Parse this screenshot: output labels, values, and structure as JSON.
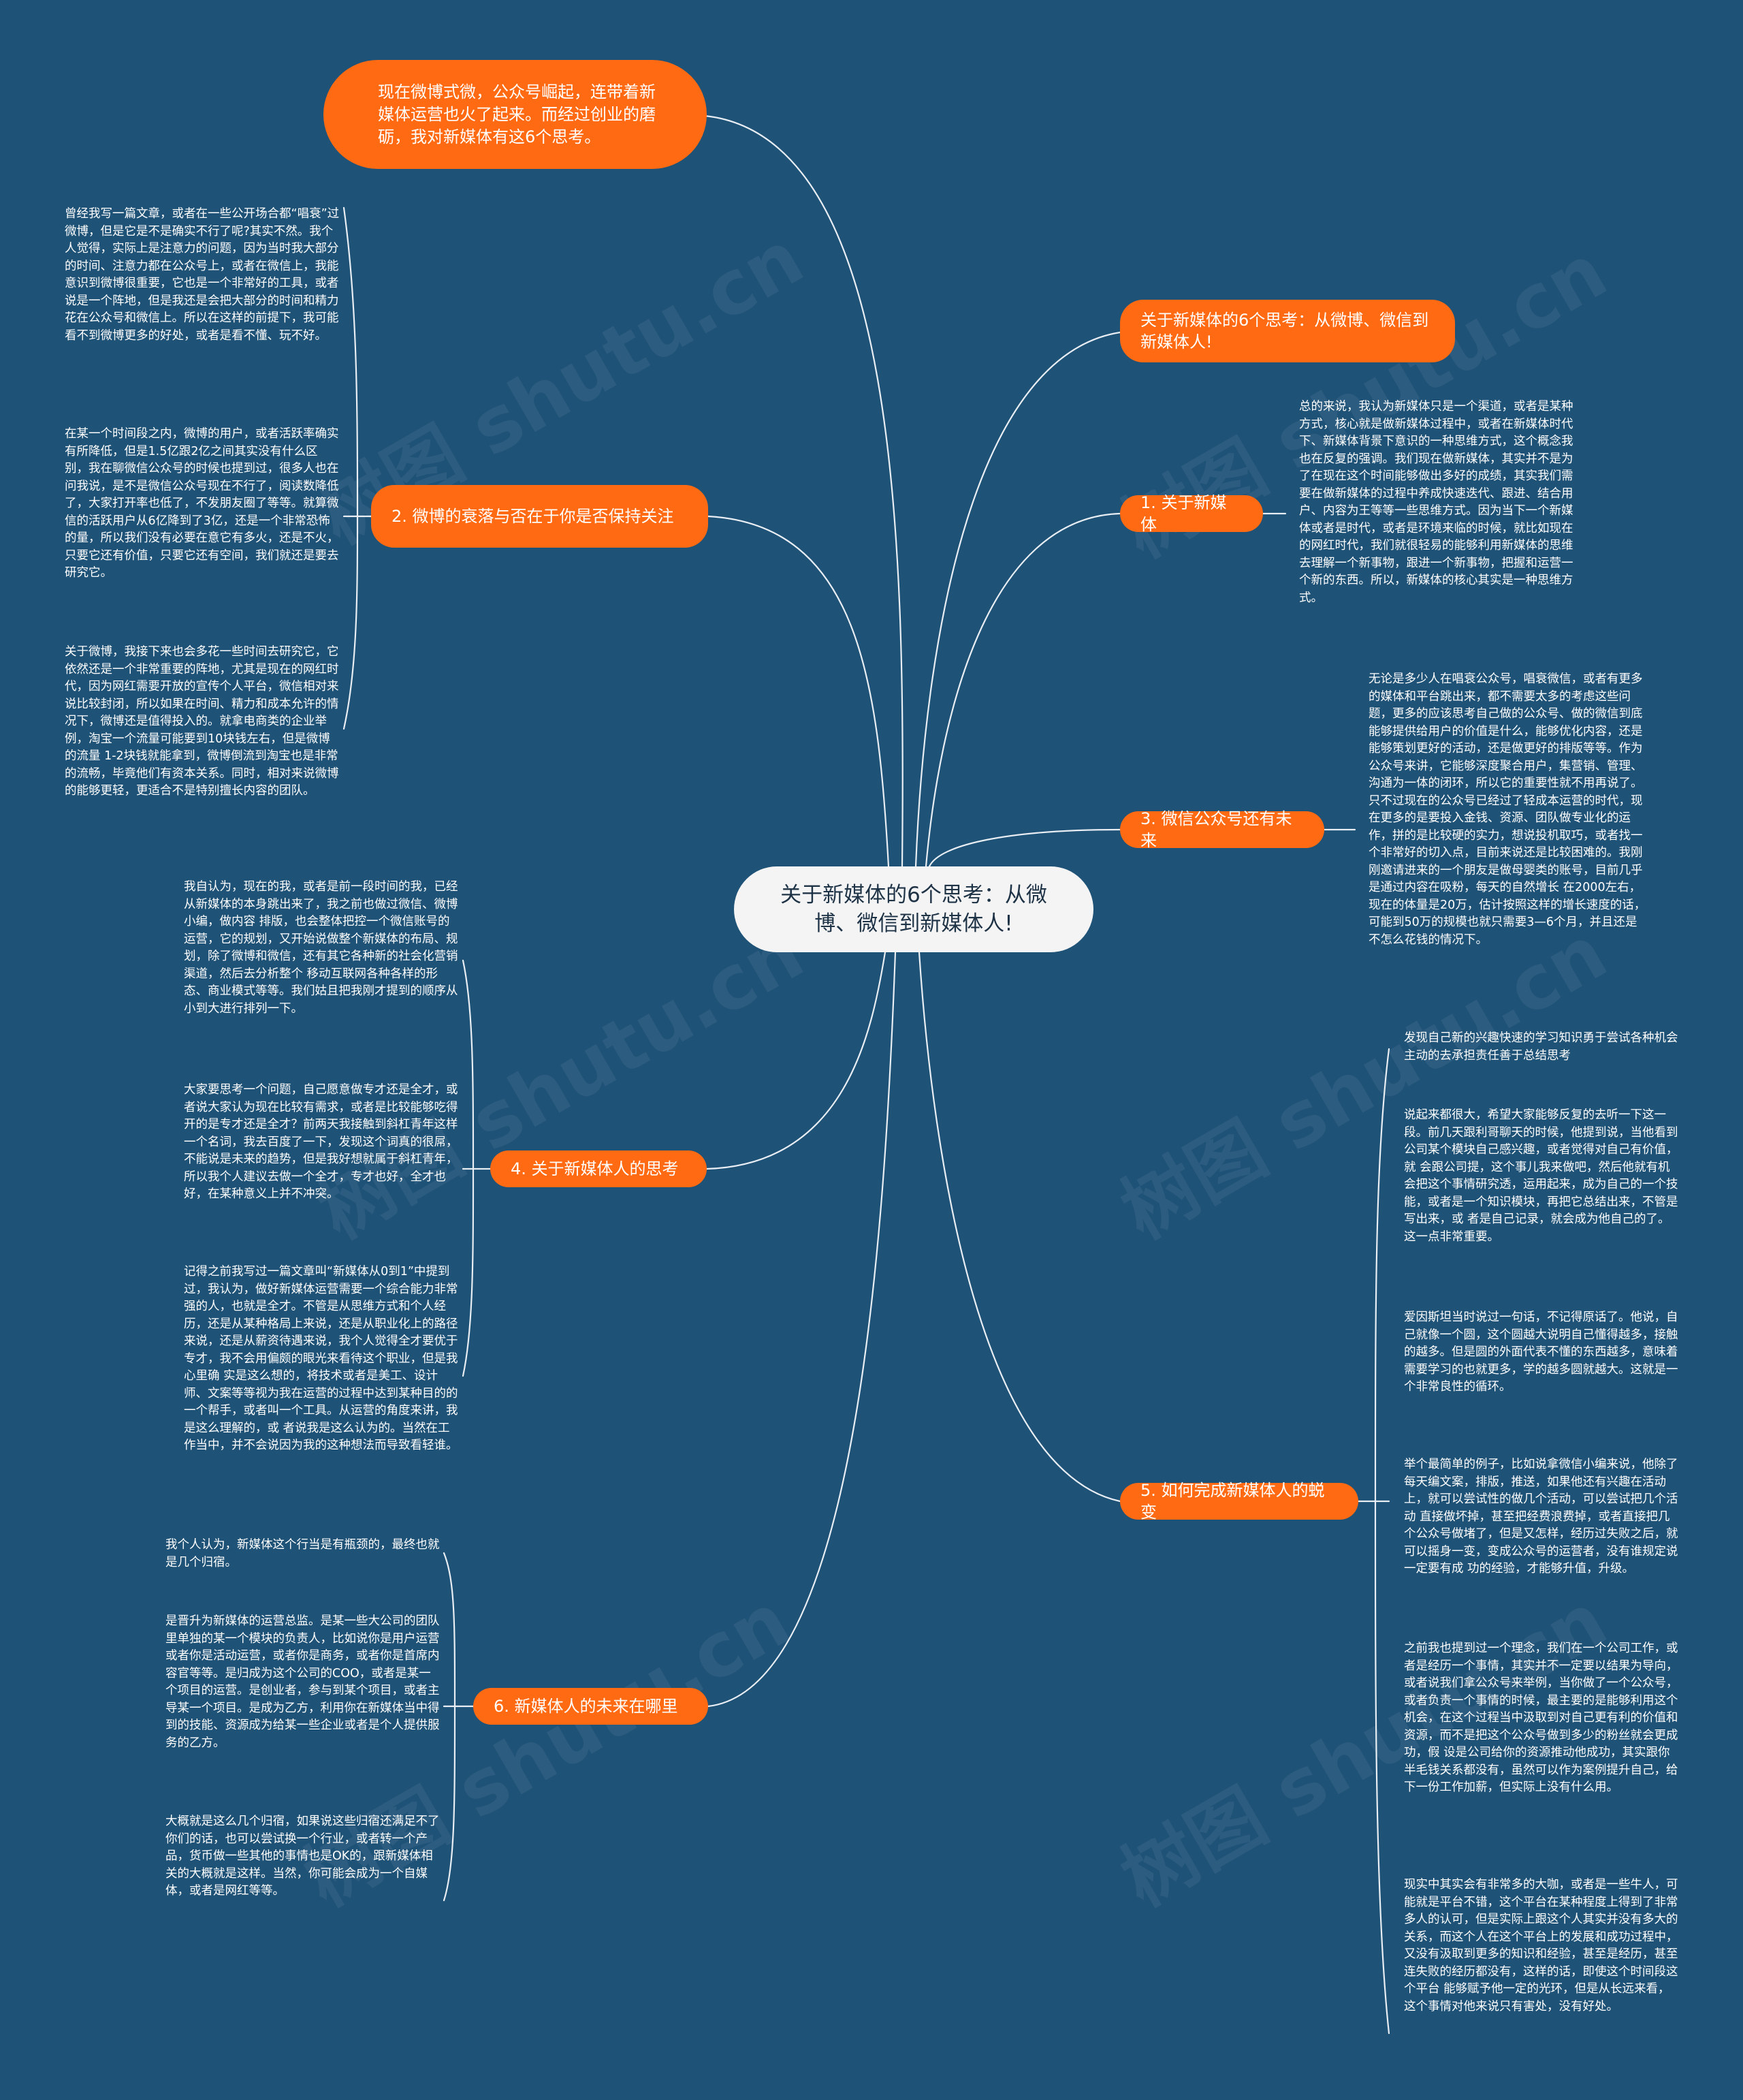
{
  "watermark": "树图 shutu.cn",
  "center": {
    "label": "关于新媒体的6个思考：从微博、微信到新媒体人!"
  },
  "branches": {
    "intro": {
      "label": "现在微博式微，公众号崛起，连带着新媒体运营也火了起来。而经过创业的磨砺，我对新媒体有这6个思考。"
    },
    "title_right": {
      "label": "关于新媒体的6个思考：从微博、微信到新媒体人!"
    },
    "b1": {
      "label": "1. 关于新媒体",
      "notes": [
        "总的来说，我认为新媒体只是一个渠道，或者是某种方式，核心就是做新媒体过程中，或者在新媒体时代下、新媒体背景下意识的一种思维方式，这个概念我也在反复的强调。我们现在做新媒体，其实并不是为了在现在这个时间能够做出多好的成绩，其实我们需要在做新媒体的过程中养成快速迭代、跟进、结合用户、内容为王等等一些思维方式。因为当下一个新媒体或者是时代，或者是环境来临的时候，就比如现在的网红时代，我们就很轻易的能够利用新媒体的思维去理解一个新事物，跟进一个新事物，把握和运营一个新的东西。所以，新媒体的核心其实是一种思维方式。"
      ]
    },
    "b2": {
      "label": "2. 微博的衰落与否在于你是否保持关注",
      "notes": [
        "曾经我写一篇文章，或者在一些公开场合都“唱衰”过微博，但是它是不是确实不行了呢?其实不然。我个人觉得，实际上是注意力的问题，因为当时我大部分的时间、注意力都在公众号上，或者在微信上，我能意识到微博很重要，它也是一个非常好的工具，或者说是一个阵地，但是我还是会把大部分的时间和精力花在公众号和微信上。所以在这样的前提下，我可能看不到微博更多的好处，或者是看不懂、玩不好。",
        "在某一个时间段之内，微博的用户，或者活跃率确实有所降低，但是1.5亿跟2亿之间其实没有什么区别，我在聊微信公众号的时候也提到过，很多人也在 问我说，是不是微信公众号现在不行了，阅读数降低了，大家打开率也低了，不发朋友圈了等等。就算微信的活跃用户从6亿降到了3亿，还是一个非常恐怖的量，所以我们没有必要在意它有多火，还是不火，只要它还有价值，只要它还有空间，我们就还是要去研究它。",
        "关于微博，我接下来也会多花一些时间去研究它，它依然还是一个非常重要的阵地，尤其是现在的网红时代，因为网红需要开放的宣传个人平台，微信相对来 说比较封闭，所以如果在时间、精力和成本允许的情况下，微博还是值得投入的。就拿电商类的企业举例，淘宝一个流量可能要到10块钱左右，但是微博的流量 1-2块钱就能拿到，微博倒流到淘宝也是非常的流畅，毕竟他们有资本关系。同时，相对来说微博的能够更轻，更适合不是特别擅长内容的团队。"
      ]
    },
    "b3": {
      "label": "3. 微信公众号还有未来",
      "notes": [
        "无论是多少人在唱衰公众号，唱衰微信，或者有更多的媒体和平台跳出来，都不需要太多的考虑这些问题，更多的应该思考自己做的公众号、做的微信到底能够提供给用户的价值是什么，能够优化内容，还是能够策划更好的活动，还是做更好的排版等等。作为公众号来讲，它能够深度聚合用户，集营销、管理、沟通为一体的闭环，所以它的重要性就不用再说了。只不过现在的公众号已经过了轻成本运营的时代，现在更多的是要投入金钱、资源、团队做专业化的运作，拼的是比较硬的实力，想说投机取巧，或者找一个非常好的切入点，目前来说还是比较困难的。我刚刚邀请进来的一个朋友是做母婴类的账号，目前几乎是通过内容在吸粉，每天的自然增长 在2000左右，现在的体量是20万，估计按照这样的增长速度的话，可能到50万的规模也就只需要3—6个月，并且还是不怎么花钱的情况下。"
      ]
    },
    "b4": {
      "label": "4. 关于新媒体人的思考",
      "notes": [
        "我自认为，现在的我，或者是前一段时间的我，已经从新媒体的本身跳出来了，我之前也做过微信、微博小编，做内容 排版，也会整体把控一个微信账号的运营，它的规划，又开始说做整个新媒体的布局、规划，除了微博和微信，还有其它各种新的社会化营销渠道，然后去分析整个 移动互联网各种各样的形态、商业模式等等。我们姑且把我刚才提到的顺序从小到大进行排列一下。",
        "大家要思考一个问题，自己愿意做专才还是全才，或者说大家认为现在比较有需求，或者是比较能够吃得开的是专才还是全才？前两天我接触到斜杠青年这样一个名词，我去百度了一下，发现这个词真的很屌，不能说是未来的趋势，但是我好想就属于斜杠青年，所以我个人建议去做一个全才，专才也好，全才也好，在某种意义上并不冲突。",
        "记得之前我写过一篇文章叫“新媒体从0到1”中提到过，我认为，做好新媒体运营需要一个综合能力非常强的人，也就是全才。不管是从思维方式和个人经 历，还是从某种格局上来说，还是从职业化上的路径来说，还是从薪资待遇来说，我个人觉得全才要优于专才，我不会用偏颇的眼光来看待这个职业，但是我心里确 实是这么想的，将技术或者是美工、设计师、文案等等视为我在运营的过程中达到某种目的的一个帮手，或者叫一个工具。从运营的角度来讲，我是这么理解的，或 者说我是这么认为的。当然在工作当中，并不会说因为我的这种想法而导致看轻谁。"
      ]
    },
    "b5": {
      "label": "5. 如何完成新媒体人的蜕变",
      "notes": [
        "发现自己新的兴趣快速的学习知识勇于尝试各种机会主动的去承担责任善于总结思考",
        "说起来都很大，希望大家能够反复的去听一下这一段。前几天跟利哥聊天的时候，他提到说，当他看到公司某个模块自己感兴趣，或者觉得对自己有价值，就 会跟公司提，这个事儿我来做吧，然后他就有机会把这个事情研究透，运用起来，成为自己的一个技能，或者是一个知识模块，再把它总结出来，不管是写出来，或 者是自己记录，就会成为他自己的了。这一点非常重要。",
        "爱因斯坦当时说过一句话，不记得原话了。他说，自己就像一个圆，这个圆越大说明自己懂得越多，接触的越多。但是圆的外面代表不懂的东西越多，意味着需要学习的也就更多，学的越多圆就越大。这就是一个非常良性的循环。",
        "举个最简单的例子，比如说拿微信小编来说，他除了每天编文案，排版，推送，如果他还有兴趣在活动上，就可以尝试性的做几个活动，可以尝试把几个活动 直接做坏掉，甚至把经费浪费掉，或者直接把几个公众号做堵了，但是又怎样，经历过失败之后，就可以摇身一变，变成公众号的运营者，没有谁规定说一定要有成 功的经验，才能够升值，升级。",
        "之前我也提到过一个理念，我们在一个公司工作，或者是经历一个事情，其实并不一定要以结果为导向，或者说我们拿公众号来举例，当你做了一个公众号，或者负责一个事情的时候，最主要的是能够利用这个机会，在这个过程当中汲取到对自己更有利的价值和资源，而不是把这个公众号做到多少的粉丝就会更成功，假 设是公司给你的资源推动他成功，其实跟你半毛钱关系都没有，虽然可以作为案例提升自己，给下一份工作加薪，但实际上没有什么用。",
        "现实中其实会有非常多的大咖，或者是一些牛人，可能就是平台不错，这个平台在某种程度上得到了非常多人的认可，但是实际上跟这个人其实并没有多大的 关系，而这个人在这个平台上的发展和成功过程中，又没有汲取到更多的知识和经验，甚至是经历，甚至连失败的经历都没有，这样的话，即使这个时间段这个平台 能够赋予他一定的光环，但是从长远来看，这个事情对他来说只有害处，没有好处。"
      ]
    },
    "b6": {
      "label": "6. 新媒体人的未来在哪里",
      "notes": [
        "我个人认为，新媒体这个行当是有瓶颈的，最终也就是几个归宿。",
        "是晋升为新媒体的运营总监。是某一些大公司的团队里单独的某一个模块的负责人，比如说你是用户运营或者你是活动运营，或者你是商务，或者你是首席内容官等等。是归成为这个公司的COO，或者是某一个项目的运营。是创业者，参与到某个项目，或者主导某一个项目。是成为乙方，利用你在新媒体当中得到的技能、资源成为给某一些企业或者是个人提供服务的乙方。",
        "大概就是这么几个归宿，如果说这些归宿还满足不了你们的话，也可以尝试换一个行业，或者转一个产品，货币做一些其他的事情也是OK的，跟新媒体相关的大概就是这样。当然，你可能会成为一个自媒体，或者是网红等等。"
      ]
    }
  }
}
